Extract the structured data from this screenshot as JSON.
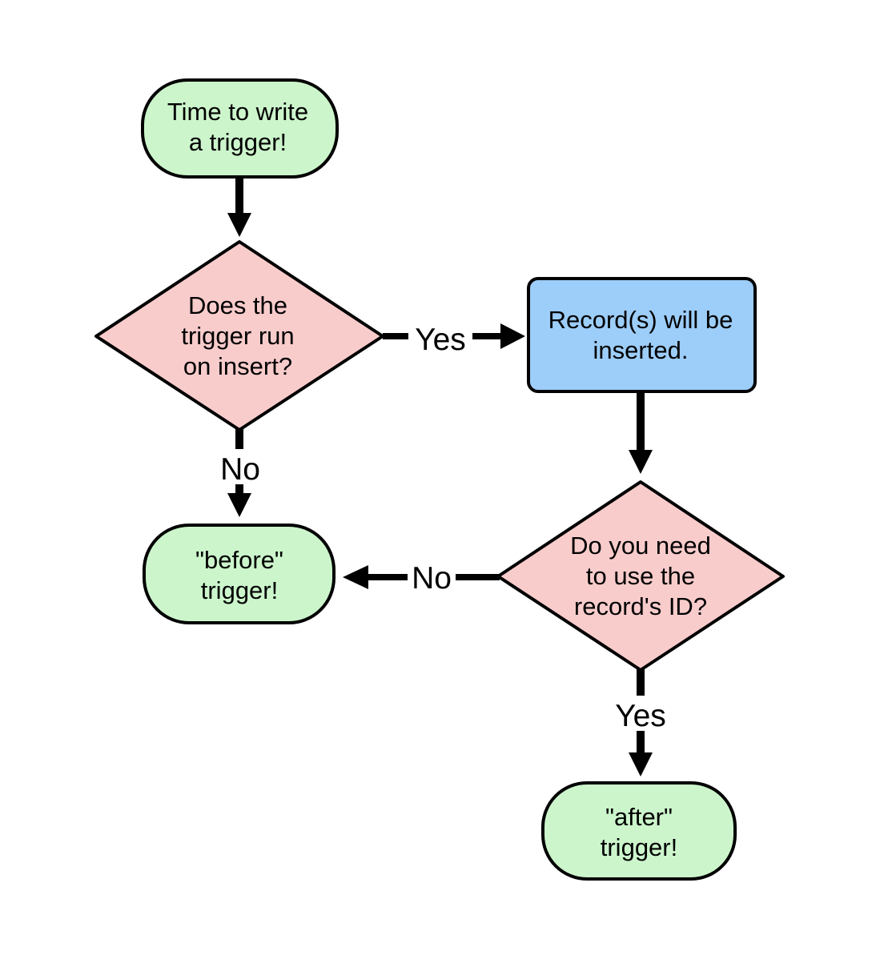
{
  "diagram": {
    "background_color": "#ffffff",
    "stroke_color": "#000000",
    "nodes": {
      "start": {
        "type": "terminator",
        "fill": "#ccf5cc",
        "lines": [
          "Time to write",
          "a trigger!"
        ]
      },
      "decision_insert": {
        "type": "decision",
        "fill": "#f9cccc",
        "lines": [
          "Does the",
          "trigger run",
          "on insert?"
        ]
      },
      "process_inserted": {
        "type": "process",
        "fill": "#9dcdf9",
        "lines": [
          "Record(s) will be",
          "inserted."
        ]
      },
      "decision_record_id": {
        "type": "decision",
        "fill": "#f9cccc",
        "lines": [
          "Do you need",
          "to use the",
          "record's ID?"
        ]
      },
      "before_trigger": {
        "type": "terminator",
        "fill": "#ccf5cc",
        "lines": [
          "\"before\"",
          "trigger!"
        ]
      },
      "after_trigger": {
        "type": "terminator",
        "fill": "#ccf5cc",
        "lines": [
          "\"after\"",
          "trigger!"
        ]
      }
    },
    "edges": {
      "start_to_decision_insert": {
        "label": ""
      },
      "decision_insert_yes": {
        "label": "Yes"
      },
      "decision_insert_no": {
        "label": "No"
      },
      "process_to_decision_record_id": {
        "label": ""
      },
      "decision_record_id_no": {
        "label": "No"
      },
      "decision_record_id_yes": {
        "label": "Yes"
      }
    }
  }
}
